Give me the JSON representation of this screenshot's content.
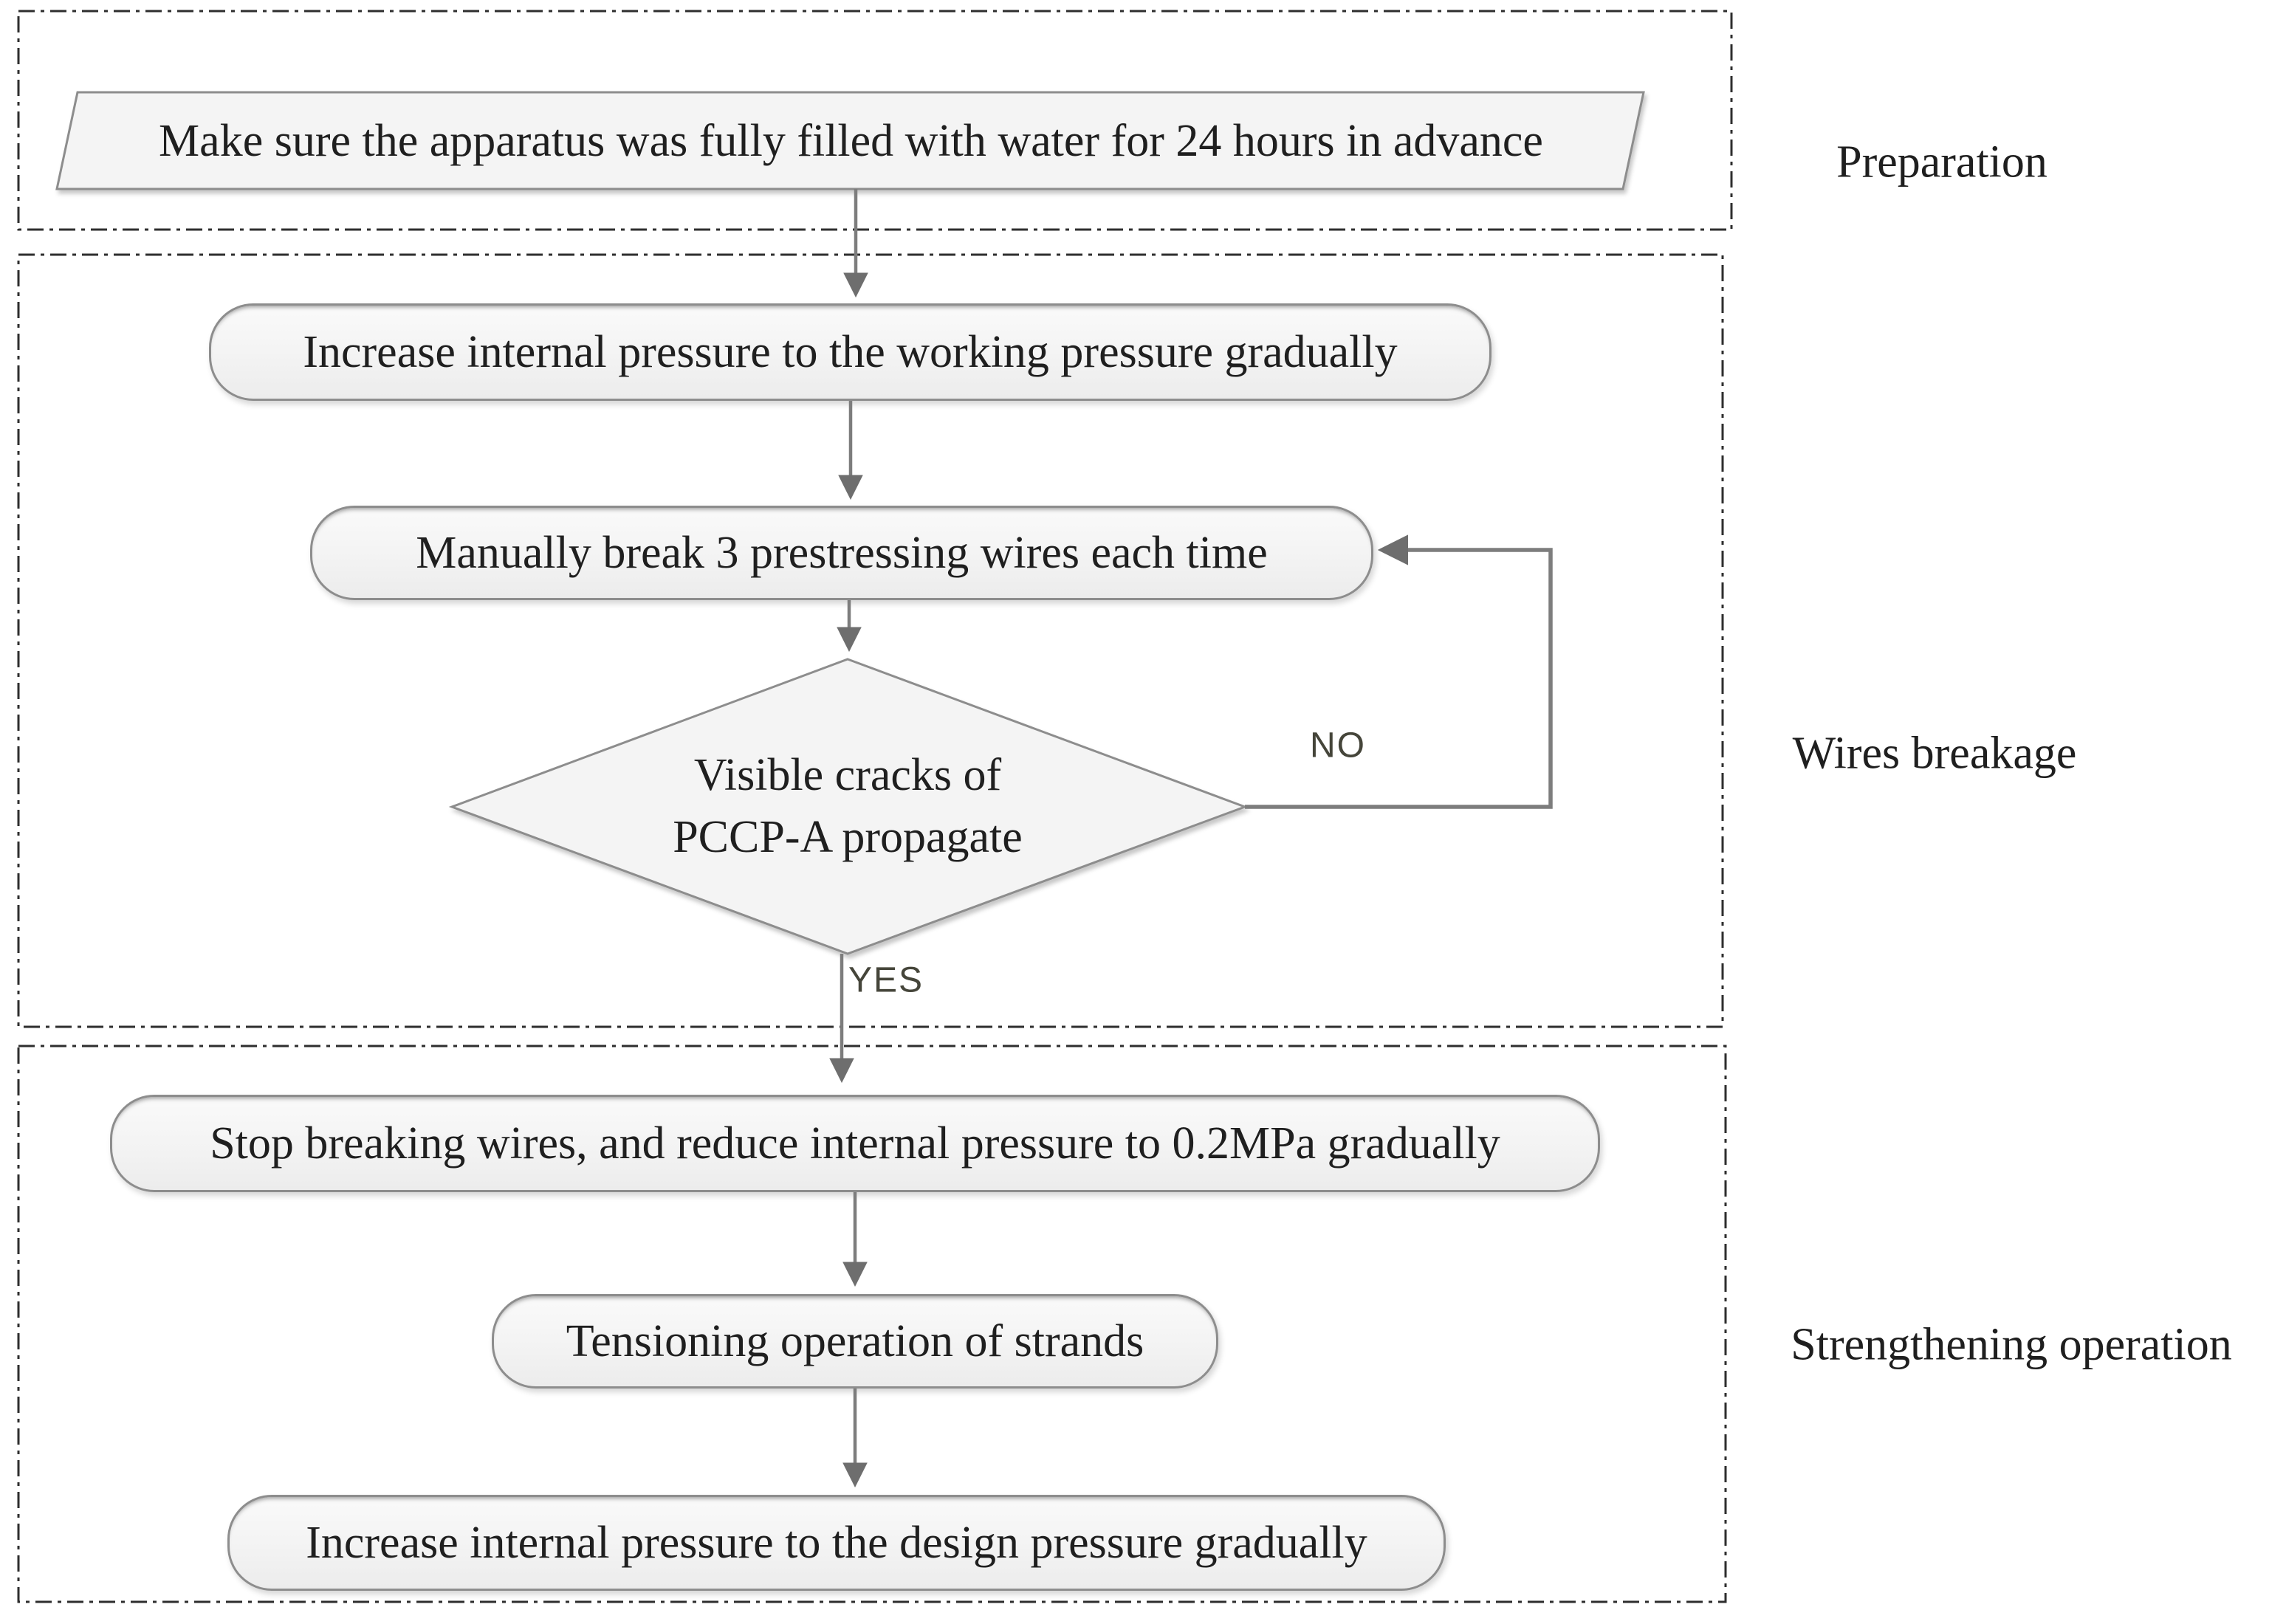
{
  "diagram": {
    "type": "flowchart",
    "sections": [
      {
        "id": "preparation",
        "label": "Preparation"
      },
      {
        "id": "wires-breakage",
        "label": "Wires breakage"
      },
      {
        "id": "strengthening",
        "label": "Strengthening operation"
      }
    ],
    "nodes": {
      "start": {
        "shape": "parallelogram",
        "text": "Make sure the apparatus was fully filled with water for 24 hours in advance"
      },
      "increase_working": {
        "shape": "rounded-rect",
        "text": "Increase internal pressure to the working pressure gradually"
      },
      "break_wires": {
        "shape": "rounded-rect",
        "text": "Manually break 3 prestressing wires each time"
      },
      "decision": {
        "shape": "diamond",
        "text": "Visible cracks of\nPCCP-A propagate"
      },
      "stop_breaking": {
        "shape": "rounded-rect",
        "text": "Stop breaking wires, and reduce internal pressure to 0.2MPa gradually"
      },
      "tensioning": {
        "shape": "rounded-rect",
        "text": "Tensioning operation of strands"
      },
      "increase_design": {
        "shape": "rounded-rect",
        "text": "Increase internal pressure to the design pressure gradually"
      }
    },
    "branch_labels": {
      "no": "NO",
      "yes": "YES"
    },
    "colors": {
      "background": "#ffffff",
      "section_border": "#2e2e2e",
      "node_border": "#8d8d8d",
      "node_fill": "#f4f4f4",
      "arrow": "#7d7d7d",
      "arrow_head": "#6e6e6e",
      "text": "#1f1f1f",
      "branch_label": "#45453a"
    }
  }
}
